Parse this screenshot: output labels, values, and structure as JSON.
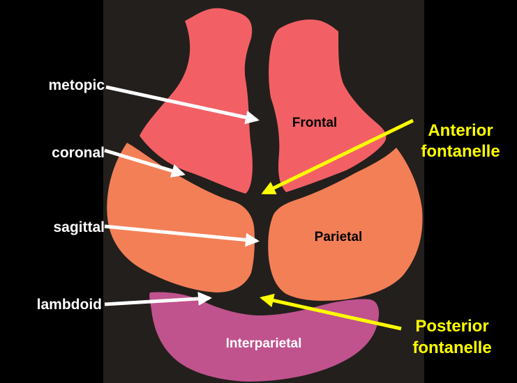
{
  "colors": {
    "background": "#000000",
    "panel": "#231f1c",
    "frontal": "#f26065",
    "parietal": "#f37f57",
    "interparietal": "#c0538e",
    "suture_arrow": "#ffffff",
    "fontanelle_arrow": "#ffff00"
  },
  "bones": {
    "frontal": "Frontal",
    "parietal": "Parietal",
    "interparietal": "Interparietal"
  },
  "sutures": {
    "metopic": "metopic",
    "coronal": "coronal",
    "sagittal": "sagittal",
    "lambdoid": "lambdoid"
  },
  "fontanelles": {
    "anterior_line1": "Anterior",
    "anterior_line2": "fontanelle",
    "posterior_line1": "Posterior",
    "posterior_line2": "fontanelle"
  }
}
